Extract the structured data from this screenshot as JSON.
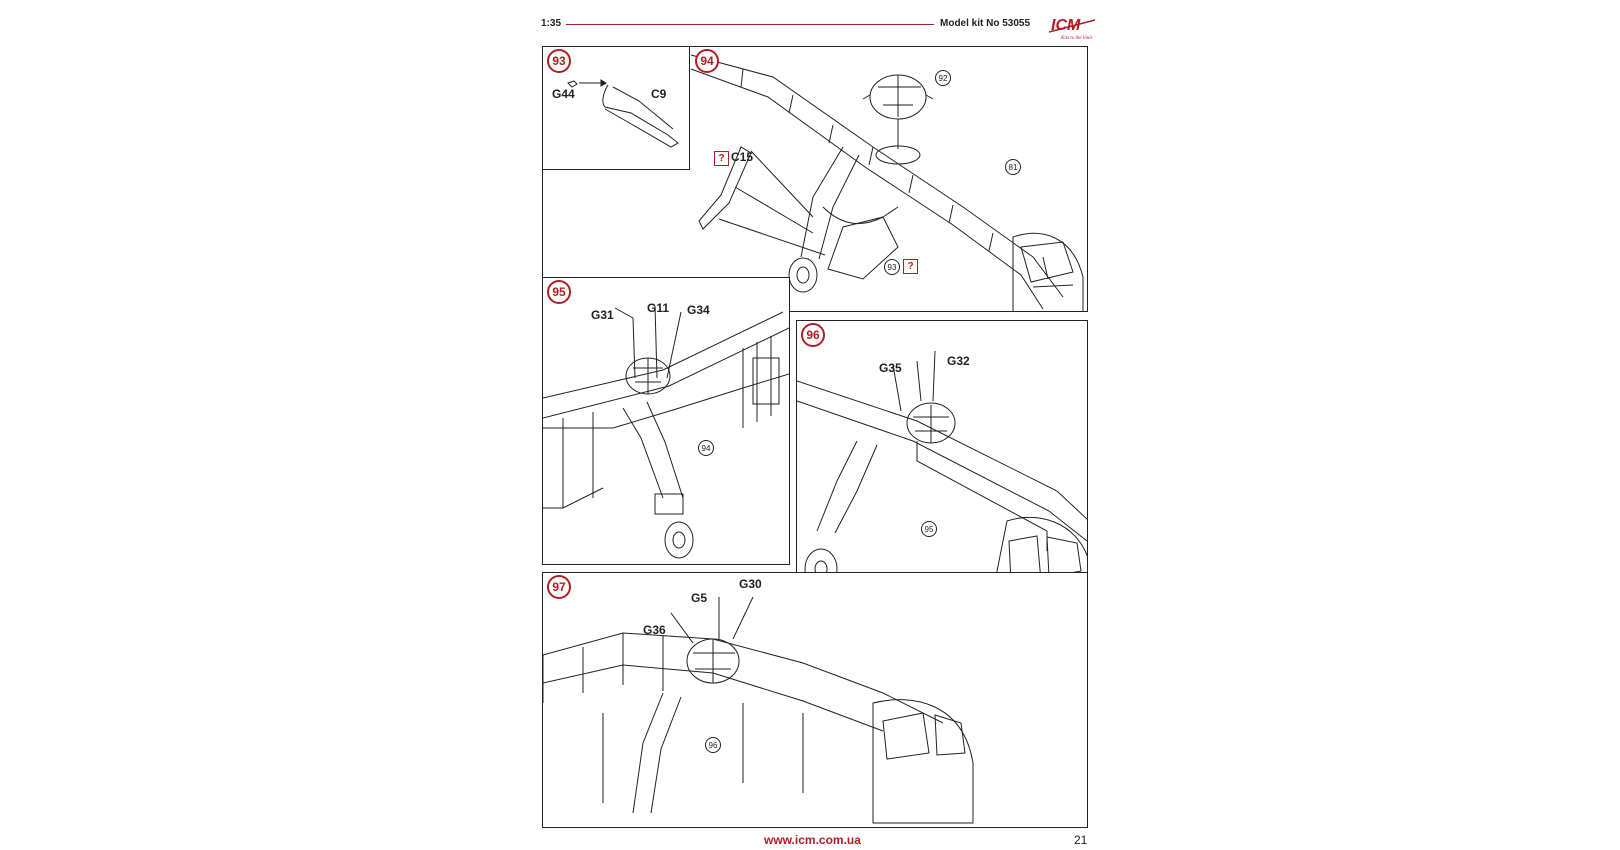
{
  "header": {
    "scale": "1:35",
    "kit": "Model kit No 53055",
    "logo_text": "ICM",
    "logo_tagline": "Kits to the limit"
  },
  "colors": {
    "accent": "#b01e23",
    "line": "#222222"
  },
  "steps": [
    {
      "number": "93",
      "parts": [
        "G44",
        "C9"
      ]
    },
    {
      "number": "94",
      "parts": [
        "C15"
      ],
      "refs": [
        "92",
        "81",
        "93"
      ],
      "optional_mark": "?"
    },
    {
      "number": "95",
      "parts": [
        "G31",
        "G11",
        "G34"
      ],
      "refs": [
        "94"
      ]
    },
    {
      "number": "96",
      "parts": [
        "G35",
        "G32"
      ],
      "refs": [
        "95"
      ]
    },
    {
      "number": "97",
      "parts": [
        "G5",
        "G30",
        "G36"
      ],
      "refs": [
        "96"
      ]
    }
  ],
  "footer": {
    "url": "www.icm.com.ua",
    "page_number": "21"
  }
}
